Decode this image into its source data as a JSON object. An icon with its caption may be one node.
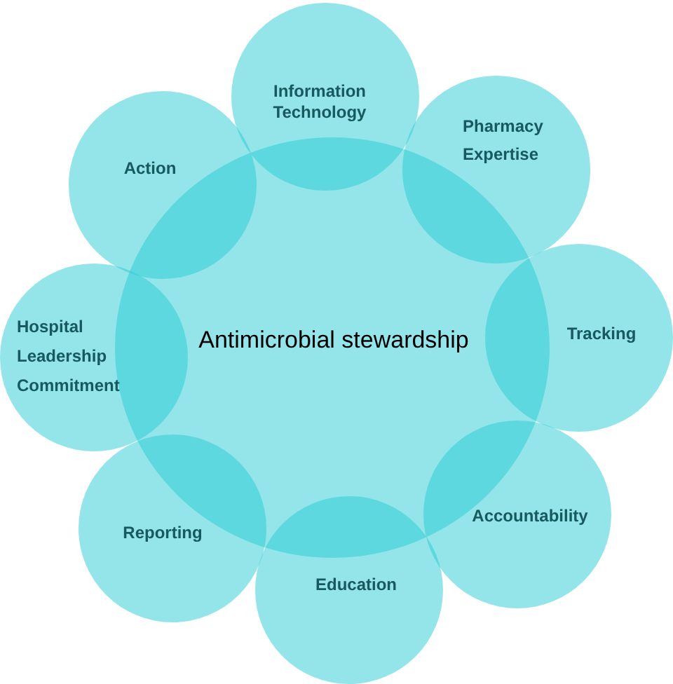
{
  "diagram": {
    "nodes": [
      {
        "text": [
          "Antimicrobial stewardship"
        ]
      },
      {
        "text": [
          "Information Technology"
        ]
      },
      {
        "text": [
          "Pharmacy Expertise"
        ]
      },
      {
        "text": [
          "Tracking"
        ]
      },
      {
        "text": [
          "Accountability"
        ]
      },
      {
        "text": [
          "Education"
        ]
      },
      {
        "text": [
          "Reporting"
        ]
      },
      {
        "text": [
          "Hospital Leadership Commitment"
        ]
      },
      {
        "text": [
          "Action"
        ]
      }
    ]
  }
}
